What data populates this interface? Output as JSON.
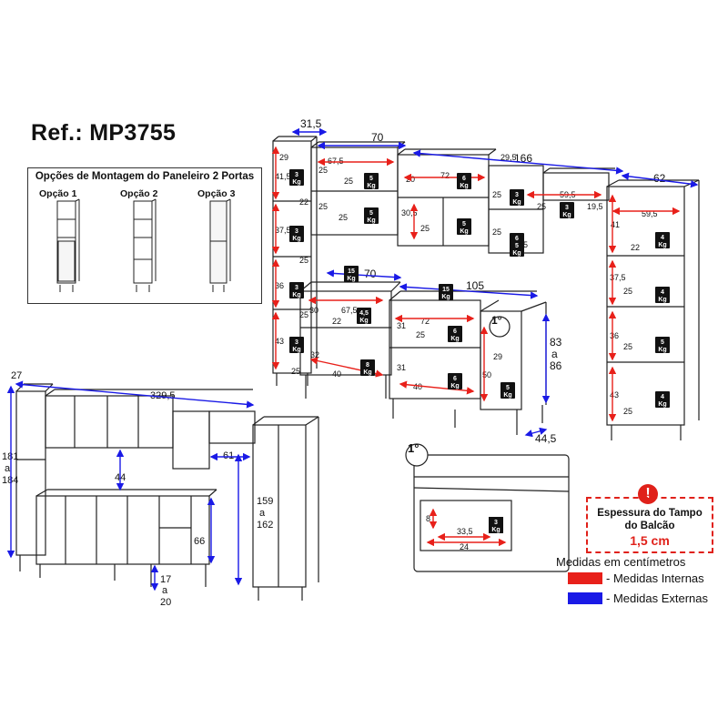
{
  "title": "Ref.: MP3755",
  "options": {
    "heading": "Opções de Montagem do Paneleiro 2 Portas",
    "labels": [
      "Opção 1",
      "Opção 2",
      "Opção 3"
    ]
  },
  "colors": {
    "internal": "#e8201a",
    "external": "#1a1ae6",
    "outline": "#222222"
  },
  "top_view": {
    "external": [
      "31,5",
      "70",
      "166",
      "62",
      "70",
      "105",
      "83",
      "a",
      "86",
      "44,5"
    ],
    "internal_left": [
      "29",
      "41,5",
      "22",
      "37,5",
      "25",
      "36",
      "25",
      "43",
      "25"
    ],
    "internal_upper": [
      "67,5",
      "25",
      "25",
      "25",
      "25",
      "72",
      "20",
      "30,5",
      "25",
      "25",
      "29,5",
      "25",
      "59,5",
      "19,5",
      "25",
      "25"
    ],
    "internal_lower": [
      "30",
      "67,5",
      "22",
      "32",
      "40",
      "31",
      "72",
      "25",
      "31",
      "40",
      "50",
      "29",
      "1°"
    ],
    "internal_right": [
      "59,5",
      "41",
      "22",
      "37,5",
      "25",
      "36",
      "25",
      "43",
      "25"
    ],
    "weights": [
      "3",
      "5",
      "6",
      "3",
      "5",
      "5",
      "6",
      "3",
      "4",
      "3",
      "3",
      "4",
      "3",
      "15",
      "15",
      "4,5",
      "6",
      "8",
      "6",
      "5",
      "5",
      "4",
      "5"
    ],
    "kg": "Kg"
  },
  "front_view": {
    "external": [
      "27",
      "329,5",
      "181",
      "a",
      "184",
      "44",
      "61",
      "159",
      "a",
      "162",
      "66",
      "17",
      "a",
      "20"
    ]
  },
  "detail": {
    "label": "1°",
    "dims": [
      "8",
      "33,5",
      "24"
    ],
    "weight": "3"
  },
  "tampo": {
    "line1": "Espessura do Tampo",
    "line2": "do Balcão",
    "value": "1,5 cm"
  },
  "legend": {
    "caption": "Medidas em centímetros",
    "internal": "- Medidas Internas",
    "external": "- Medidas Externas"
  }
}
